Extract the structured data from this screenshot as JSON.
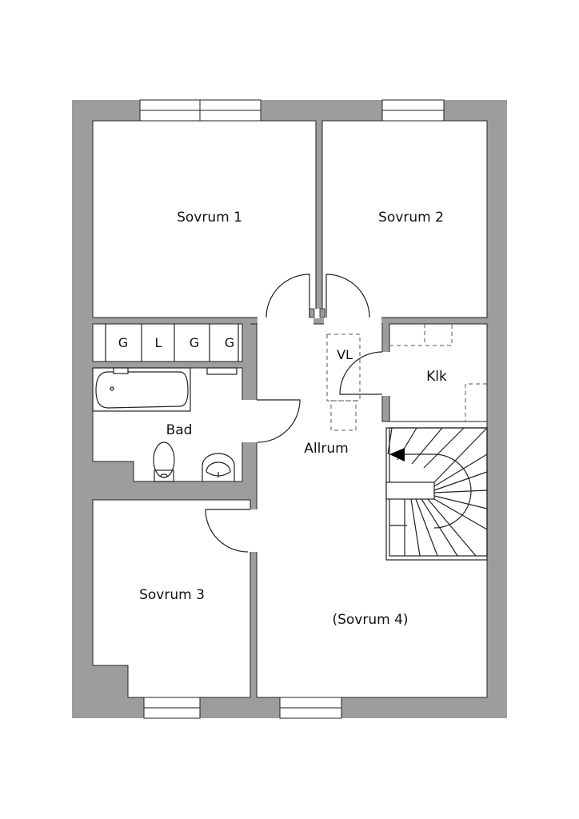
{
  "rooms": {
    "sovrum1": "Sovrum 1",
    "sovrum2": "Sovrum 2",
    "sovrum3": "Sovrum 3",
    "sovrum4": "(Sovrum 4)",
    "allrum": "Allrum",
    "bad": "Bad",
    "klk": "Klk",
    "vl": "VL"
  },
  "closets": [
    "G",
    "L",
    "G",
    "G"
  ],
  "colors": {
    "wall": "#9d9d9d",
    "floor": "#ffffff",
    "line": "#222222"
  }
}
